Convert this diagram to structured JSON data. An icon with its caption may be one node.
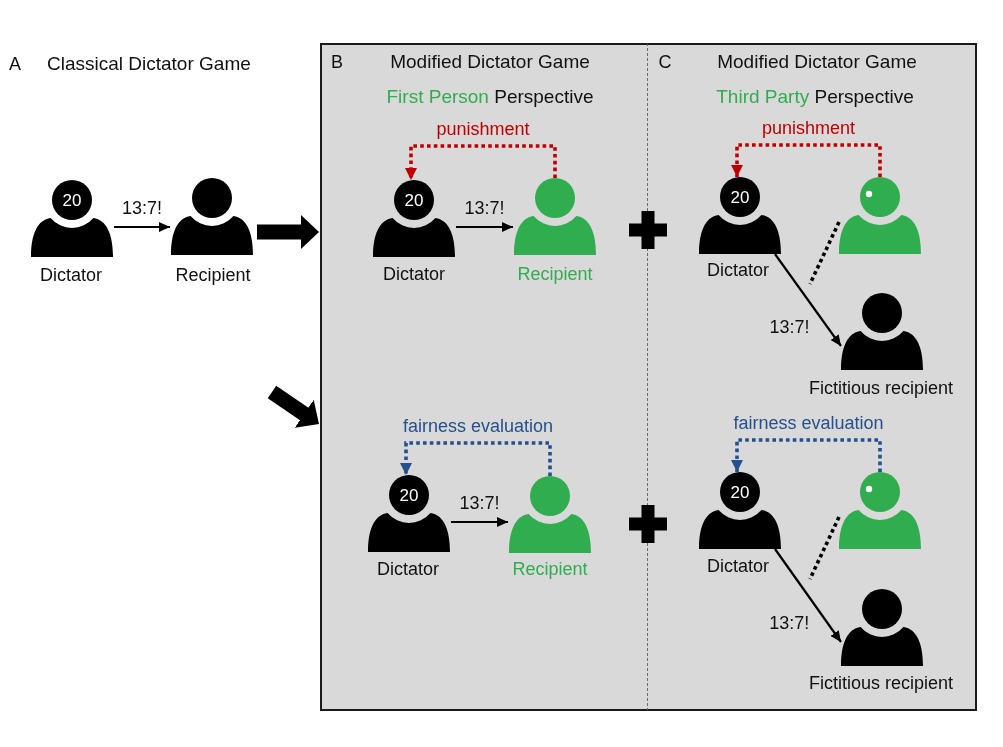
{
  "diagram": {
    "nodes": [
      {
        "text": [
          "20"
        ],
        "beside": [
          "Dictator"
        ]
      },
      {
        "text": [],
        "shape": "person",
        "beside": [
          "Recipient"
        ]
      },
      {
        "text": [
          "B",
          "Modified Dictator Game",
          "First Person",
          "Perspective"
        ]
      },
      {
        "text": [
          "20"
        ],
        "beside": [
          "Dictator"
        ],
        "in": 2
      },
      {
        "text": [],
        "shape": "person",
        "beside": [
          "Recipient"
        ],
        "in": 2
      },
      {
        "text": [
          "20"
        ],
        "beside": [
          "Dictator"
        ],
        "in": 2
      },
      {
        "text": [],
        "shape": "person",
        "beside": [
          "Recipient"
        ],
        "in": 2
      },
      {
        "text": [
          "C",
          "Modified Dictator Game",
          "Third Party",
          "Perspective"
        ]
      },
      {
        "text": [
          "20"
        ],
        "beside": [
          "Dictator"
        ],
        "in": 7
      },
      {
        "text": [],
        "shape": "person",
        "in": 7
      },
      {
        "text": [],
        "shape": "person",
        "beside": [
          "Fictitious recipient"
        ],
        "in": 7
      },
      {
        "text": [
          "20"
        ],
        "beside": [
          "Dictator"
        ],
        "in": 7
      },
      {
        "text": [],
        "shape": "person",
        "in": 7
      },
      {
        "text": [],
        "shape": "person",
        "beside": [
          "Fictitious recipient"
        ],
        "in": 7
      }
    ],
    "edges": [
      {
        "from": 0,
        "to": 1,
        "arrow": "to",
        "label": "13:7!"
      },
      {
        "from": 1,
        "to": 2,
        "arrow": "to",
        "style": "thick"
      },
      {
        "from": null,
        "to": 2,
        "arrow": "to",
        "style": "thick"
      },
      {
        "from": 4,
        "to": 3,
        "arrow": "to",
        "label": "punishment",
        "style": "dashed",
        "color": "#c00000"
      },
      {
        "from": 3,
        "to": 4,
        "arrow": "to",
        "label": "13:7!"
      },
      {
        "from": 6,
        "to": 5,
        "arrow": "to",
        "label": "fairness evaluation",
        "style": "dashed",
        "color": "#25508f"
      },
      {
        "from": 5,
        "to": 6,
        "arrow": "to",
        "label": "13:7!"
      },
      {
        "from": 9,
        "to": 8,
        "arrow": "to",
        "label": "punishment",
        "style": "dashed",
        "color": "#c00000"
      },
      {
        "from": 9,
        "to": null,
        "arrow": "none",
        "style": "dashed"
      },
      {
        "from": 8,
        "to": 10,
        "arrow": "to",
        "label": "13:7!"
      },
      {
        "from": 12,
        "to": 11,
        "arrow": "to",
        "label": "fairness evaluation",
        "style": "dashed",
        "color": "#25508f"
      },
      {
        "from": 12,
        "to": null,
        "arrow": "none",
        "style": "dashed"
      },
      {
        "from": 11,
        "to": 13,
        "arrow": "to",
        "label": "13:7!"
      }
    ],
    "labels": [
      "A",
      "Classical Dictator Game"
    ]
  }
}
